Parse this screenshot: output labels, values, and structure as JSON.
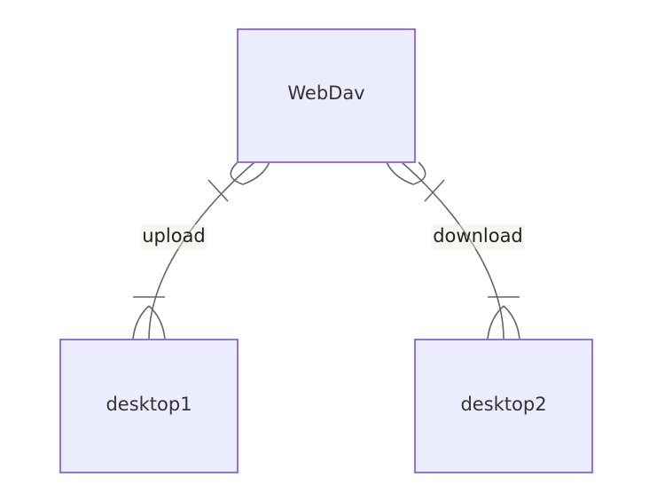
{
  "entities": {
    "webdav": "WebDav",
    "desktop1": "desktop1",
    "desktop2": "desktop2"
  },
  "relationships": {
    "upload": "upload",
    "download": "download"
  },
  "colors": {
    "entity_fill": "#ECECFF",
    "entity_stroke": "#9370DB",
    "line": "#666666",
    "label_bg": "#E8F0E0"
  }
}
